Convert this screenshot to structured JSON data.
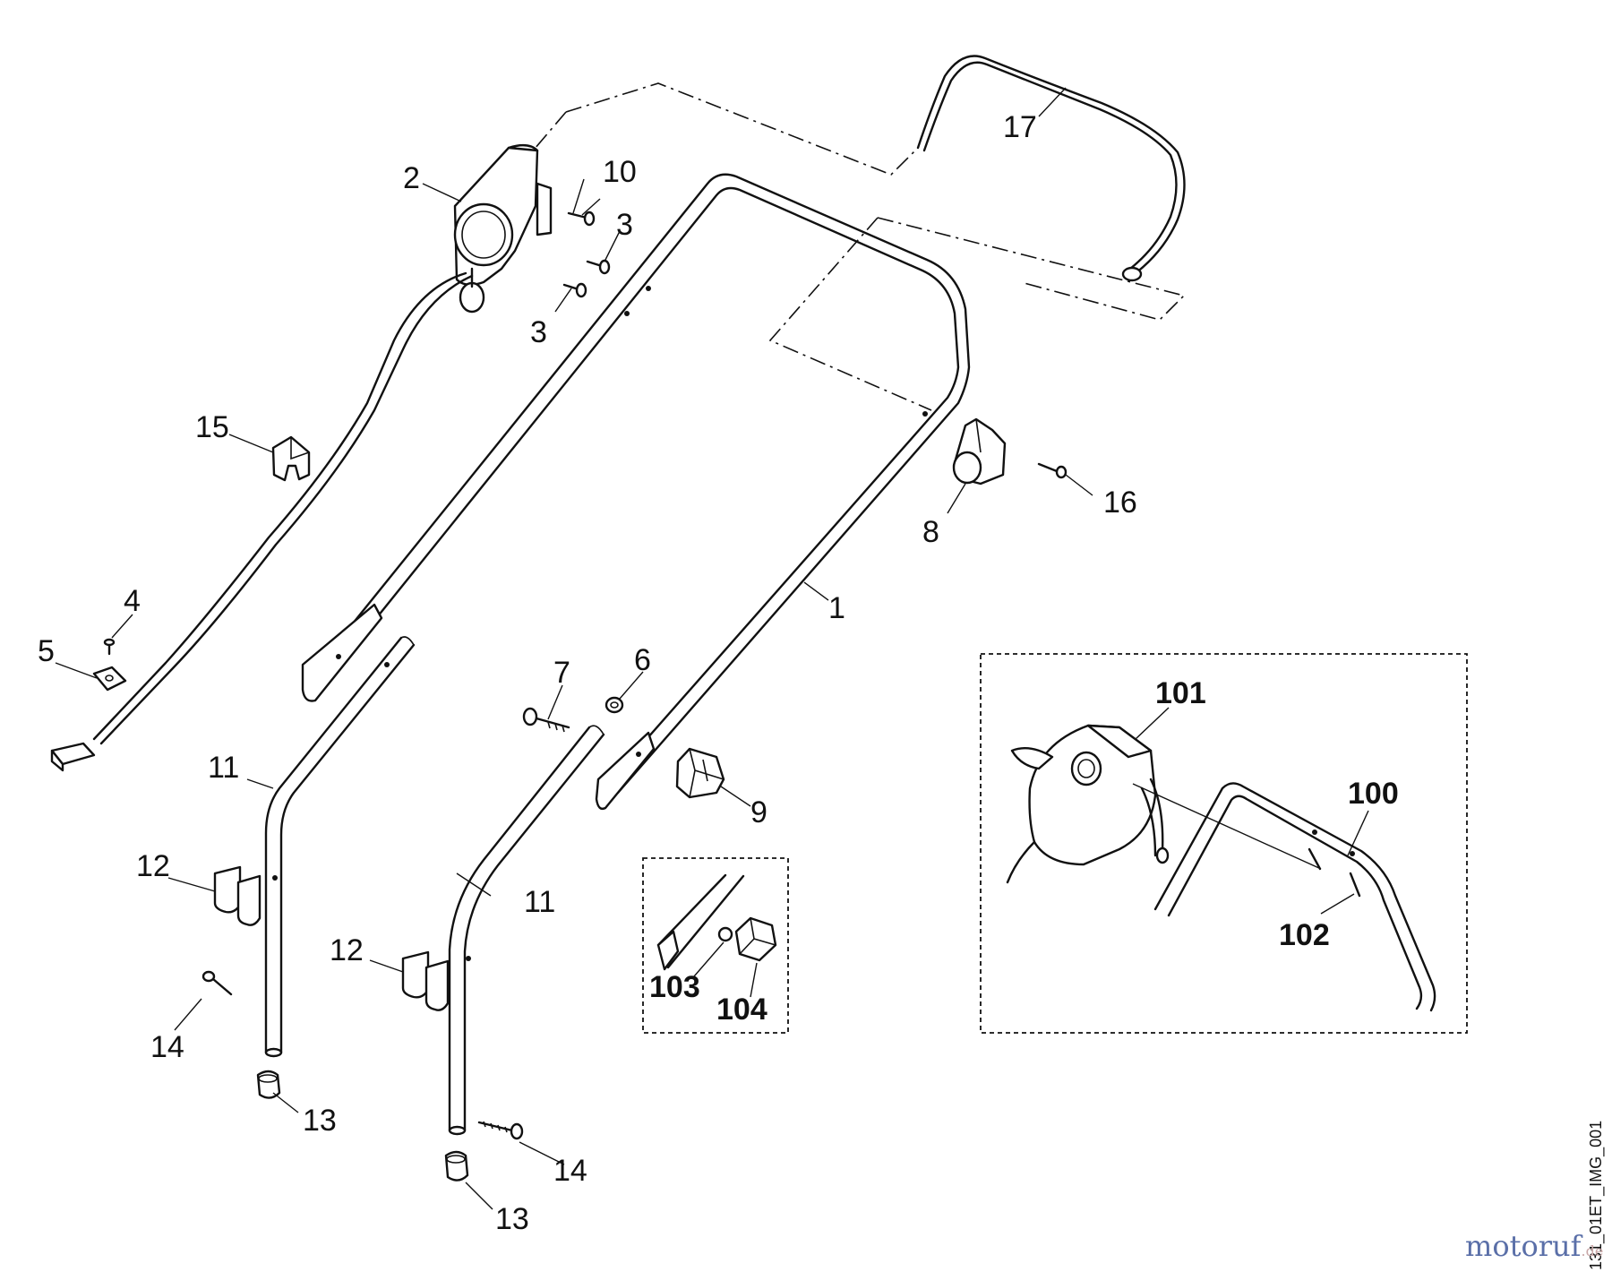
{
  "labels": [
    {
      "id": "1",
      "text": "1"
    },
    {
      "id": "2",
      "text": "2"
    },
    {
      "id": "3a",
      "text": "3"
    },
    {
      "id": "3b",
      "text": "3"
    },
    {
      "id": "4",
      "text": "4"
    },
    {
      "id": "5",
      "text": "5"
    },
    {
      "id": "6",
      "text": "6"
    },
    {
      "id": "7",
      "text": "7"
    },
    {
      "id": "8",
      "text": "8"
    },
    {
      "id": "9",
      "text": "9"
    },
    {
      "id": "10",
      "text": "10"
    },
    {
      "id": "11a",
      "text": "11"
    },
    {
      "id": "11b",
      "text": "11"
    },
    {
      "id": "12a",
      "text": "12"
    },
    {
      "id": "12b",
      "text": "12"
    },
    {
      "id": "13a",
      "text": "13"
    },
    {
      "id": "13b",
      "text": "13"
    },
    {
      "id": "14a",
      "text": "14"
    },
    {
      "id": "14b",
      "text": "14"
    },
    {
      "id": "15",
      "text": "15"
    },
    {
      "id": "16",
      "text": "16"
    },
    {
      "id": "17",
      "text": "17"
    },
    {
      "id": "100",
      "text": "100"
    },
    {
      "id": "101",
      "text": "101"
    },
    {
      "id": "102",
      "text": "102"
    },
    {
      "id": "103",
      "text": "103"
    },
    {
      "id": "104",
      "text": "104"
    }
  ],
  "figure_code": "131_01ET_IMG_001",
  "watermark": {
    "text": "motoruf",
    "suffix": ".de"
  }
}
